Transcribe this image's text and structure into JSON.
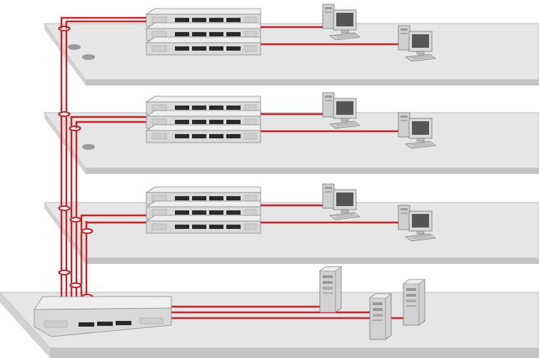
{
  "diagram": {
    "type": "network-topology",
    "floors": [
      {
        "id": "floor-1",
        "switch_stack": 3,
        "workstations": 2
      },
      {
        "id": "floor-2",
        "switch_stack": 3,
        "workstations": 2
      },
      {
        "id": "floor-3",
        "switch_stack": 3,
        "workstations": 2
      },
      {
        "id": "ground-floor",
        "core_switch": 1,
        "servers": 3
      }
    ],
    "colors": {
      "cable": "#d01f24",
      "floor_top": "#e6e6e6",
      "floor_edge": "#c4c4c4",
      "switch_body": "#d9d9d9",
      "switch_port": "#2a2a2a",
      "device_body": "#dcdcdc",
      "screen": "#555555"
    }
  }
}
